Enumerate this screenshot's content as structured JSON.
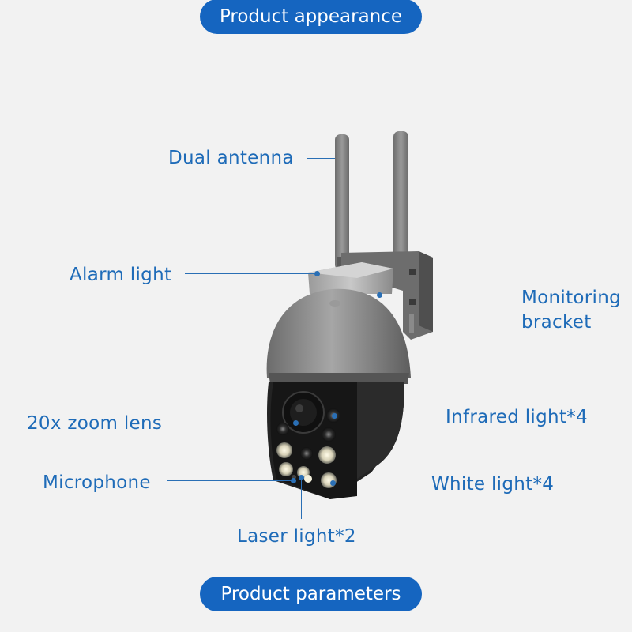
{
  "header": {
    "title": "Product appearance"
  },
  "footer": {
    "title": "Product parameters"
  },
  "callouts": {
    "dual_antenna": "Dual antenna",
    "alarm_light": "Alarm light",
    "monitoring_bracket": "Monitoring\nbracket",
    "zoom_lens": "20x zoom lens",
    "infrared_light": "Infrared light*4",
    "microphone": "Microphone",
    "white_light": "White light*4",
    "laser_light": "Laser light*2"
  },
  "colors": {
    "accent": "#1565c0",
    "label_text": "#1e6bb8",
    "background": "#f2f2f2",
    "camera_body": "#7e7e7e",
    "camera_face": "#1c1c1c"
  }
}
